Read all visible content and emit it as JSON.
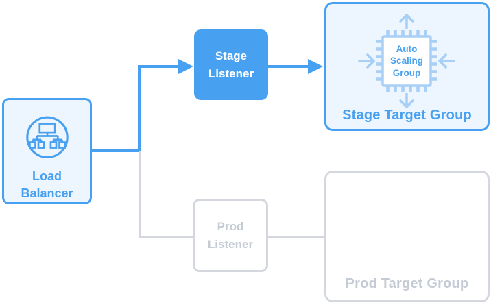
{
  "colors": {
    "accent": "#48A1F0",
    "lightFill": "#EDF5FE",
    "chipBlue": "#A8CFF5",
    "grayBorder": "#D4D8DE",
    "grayText": "#C5CBD4",
    "white": "#FFFFFF"
  },
  "nodes": {
    "load_balancer": {
      "label": "Load Balancer"
    },
    "stage_listener": {
      "label": "Stage Listener"
    },
    "prod_listener": {
      "label": "Prod Listener"
    },
    "stage_target_group": {
      "label": "Stage Target Group",
      "chip_label": "Auto Scaling Group"
    },
    "prod_target_group": {
      "label": "Prod Target Group"
    }
  },
  "icons": {
    "load_balancer_icon": "network-hierarchy-in-circle",
    "auto_scaling_group_icon": "cpu-chip-with-scale-arrows",
    "flow_arrowhead": "solid-right-triangle"
  },
  "edges": {
    "lb_to_stage_listener": {
      "style": "blue",
      "arrow": true
    },
    "lb_to_prod_listener": {
      "style": "gray",
      "arrow": false
    },
    "stage_listener_to_stage_target_group": {
      "style": "blue",
      "arrow": true
    },
    "prod_listener_to_prod_target_group": {
      "style": "gray",
      "arrow": false
    }
  }
}
